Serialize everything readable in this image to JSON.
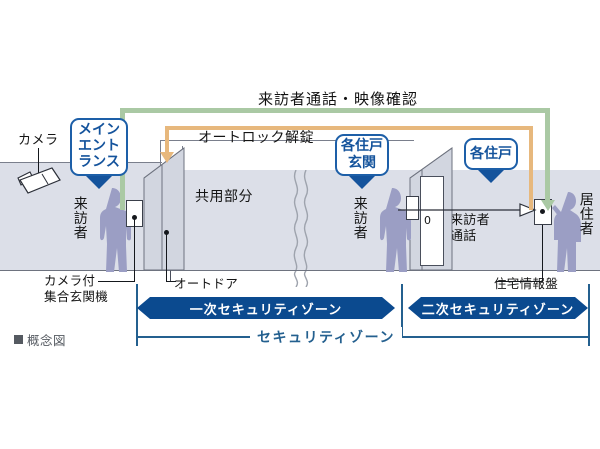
{
  "diagram": {
    "title": "来訪者通話・映像確認",
    "footnote": "概念図",
    "labels": {
      "camera": "カメラ",
      "auto_lock_release": "オートロック解錠",
      "common_area": "共用部分",
      "auto_door": "オートドア",
      "entrance_intercom": [
        "カメラ付",
        "集合玄関機"
      ],
      "visitor_talk": [
        "来訪者",
        "通話"
      ],
      "home_info_panel": "住宅情報盤"
    },
    "badges": [
      {
        "name": "main-entrance",
        "lines": [
          "メイン",
          "エント",
          "ランス"
        ]
      },
      {
        "name": "each-dwelling-entrance",
        "lines": [
          "各住戸",
          "玄関"
        ]
      },
      {
        "name": "each-dwelling",
        "lines": [
          "各住戸"
        ]
      }
    ],
    "people": [
      {
        "name": "visitor-left",
        "label": "来訪者"
      },
      {
        "name": "visitor-right",
        "label": "来訪者"
      },
      {
        "name": "resident",
        "label": "居住者"
      }
    ],
    "zones": {
      "primary": "一次セキュリティゾーン",
      "secondary": "二次セキュリティゾーン",
      "overall": "セキュリティゾーン"
    },
    "colors": {
      "zone_bar": "#0b4a8f",
      "badge_border": "#1d5fa8",
      "badge_text": "#14539c",
      "flow_video": "#aac9a4",
      "flow_audio": "#e7b87d",
      "wall_fill": "#dcdfe8",
      "bracket": "#24608f",
      "footnote": "#555a61"
    },
    "door_mark": "0"
  }
}
